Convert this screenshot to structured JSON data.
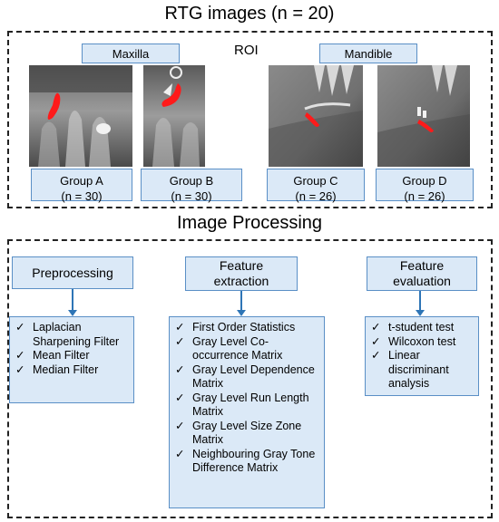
{
  "top_title": "RTG images (n = 20)",
  "roi_label": "ROI",
  "jaws": {
    "maxilla": "Maxilla",
    "mandible": "Mandible"
  },
  "groups": [
    {
      "name": "Group  A",
      "count": "(n = 30)"
    },
    {
      "name": "Group  B",
      "count": "(n = 30)"
    },
    {
      "name": "Group  C",
      "count": "(n = 26)"
    },
    {
      "name": "Group  D",
      "count": "(n = 26)"
    }
  ],
  "processing_title": "Image Processing",
  "columns": [
    {
      "header": [
        "Preprocessing"
      ],
      "items": [
        "Laplacian Sharpening Filter",
        "Mean Filter",
        "Median Filter"
      ]
    },
    {
      "header": [
        "Feature",
        "extraction"
      ],
      "items": [
        "First Order Statistics",
        "Gray Level Co-occurrence Matrix",
        "Gray Level Dependence Matrix",
        "Gray Level Run Length Matrix",
        "Gray Level Size Zone Matrix",
        "Neighbouring Gray Tone Difference Matrix"
      ]
    },
    {
      "header": [
        "Feature",
        "evaluation"
      ],
      "items": [
        "t-student test",
        "Wilcoxon test",
        "Linear discriminant analysis"
      ]
    }
  ],
  "check_glyph": "✓",
  "colors": {
    "box_fill": "#dbe9f7",
    "box_border": "#5a8fc6",
    "arrow": "#2e75b6",
    "roi_mark": "#ff1a1a"
  }
}
